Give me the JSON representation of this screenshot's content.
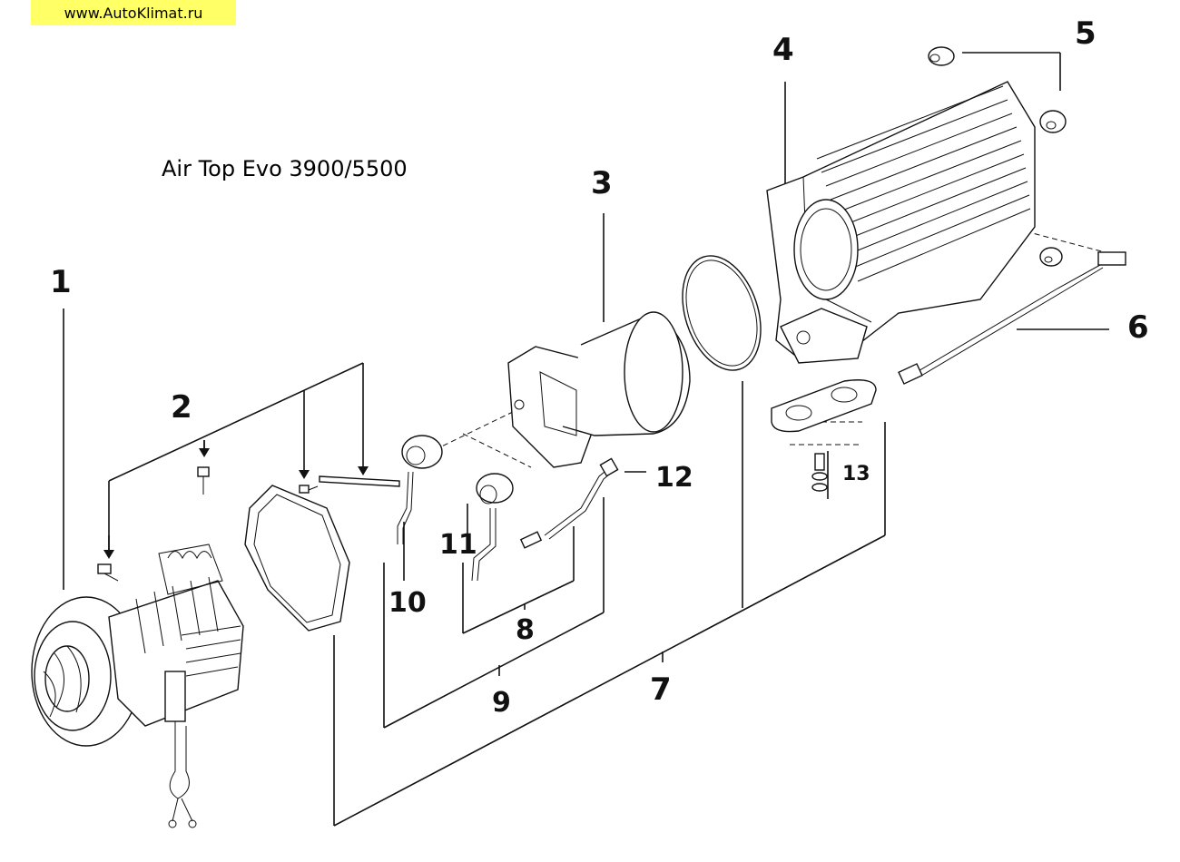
{
  "watermark": "www.AutoKlimat.ru",
  "title": "Air Top Evo 3900/5500",
  "callouts": [
    "1",
    "2",
    "3",
    "4",
    "5",
    "6",
    "7",
    "8",
    "9",
    "10",
    "11",
    "12",
    "13"
  ],
  "parts": [
    "blower-assembly-icon",
    "screw-icon",
    "heat-exchanger-liner-icon",
    "heat-exchanger-housing-icon",
    "rubber-grommet-icon",
    "temperature-sensor-cable-icon",
    "gasket-ring-icon",
    "glow-plug-icon",
    "flame-sensor-icon",
    "mounting-plate-icon"
  ]
}
